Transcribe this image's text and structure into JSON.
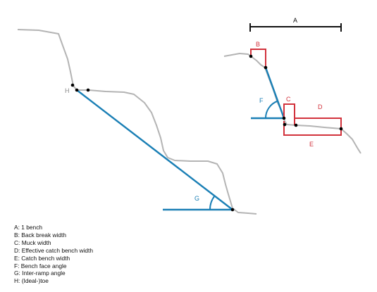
{
  "colors": {
    "terrain": "#b4b4b4",
    "ramp": "#1a7fb5",
    "bench": "#d2323c",
    "dimension": "#111111",
    "point": "#000000",
    "label_gray": "#8a8a8a"
  },
  "labels": {
    "toe_point": "H",
    "inter_ramp_angle": "G",
    "overall_width": "A",
    "back_break": "B",
    "muck": "C",
    "effective_catch": "D",
    "catch_bench": "E",
    "bench_face_angle": "F"
  },
  "legend": [
    "A: 1 bench",
    "B: Back break width",
    "C: Muck width",
    "D: Effective catch bench width",
    "E: Catch bench width",
    "F: Bench face angle",
    "G: Inter-ramp angle",
    "H: (Ideal-)toe"
  ]
}
